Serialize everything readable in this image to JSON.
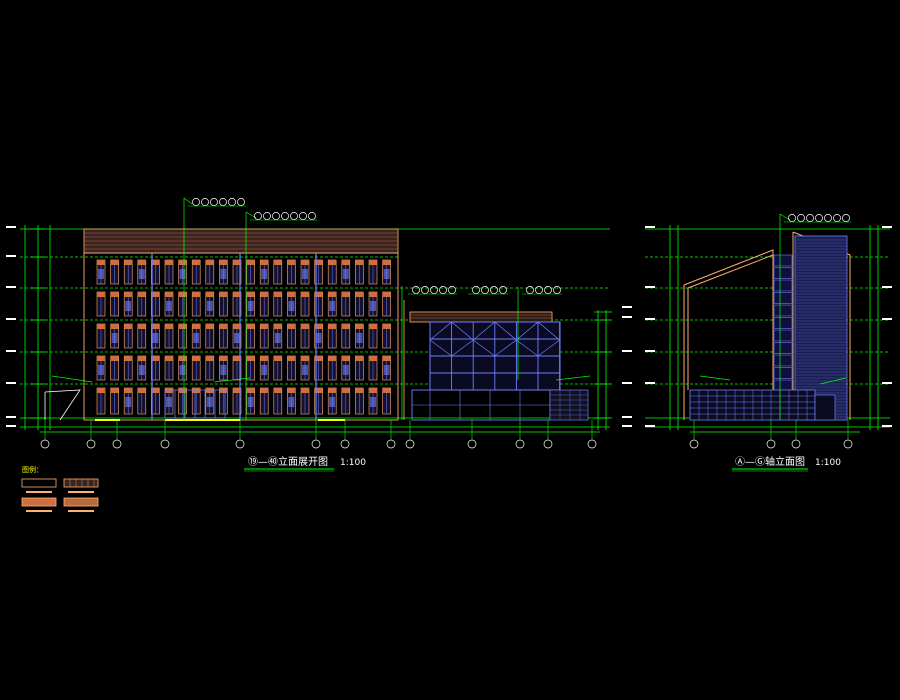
{
  "drawing": {
    "left_title": "⑲—㊵立面展开图",
    "left_scale": "1:100",
    "right_title": "Ⓐ—Ⓖ轴立面图",
    "right_scale": "1:100",
    "legend_heading": "图例："
  },
  "colors": {
    "background": "#000000",
    "grid_green": "#00ff00",
    "outline": "#ffb070",
    "window_fill": "#cc7040",
    "window_frame": "#7080ff",
    "glass_blue": "#5a64c8",
    "white": "#ffffff",
    "yellow": "#ffff00"
  },
  "icons": [
    "elevation-drawing",
    "legend-swatch"
  ]
}
